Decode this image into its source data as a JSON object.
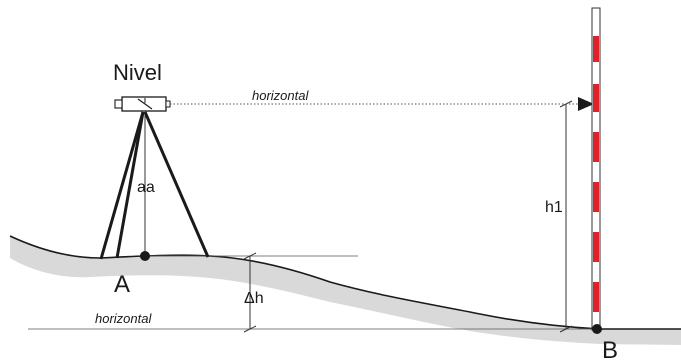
{
  "labels": {
    "instrument": "Nivel",
    "sight_line": "horizontal",
    "instrument_height": "aa",
    "reading": "h1",
    "height_difference": "Δh",
    "reference_line": "horizontal",
    "point_a": "A",
    "point_b": "B"
  },
  "colors": {
    "ground_fill": "#d9d9d9",
    "ground_outline": "#1a1a1a",
    "staff_red": "#e0202a",
    "staff_white": "#ffffff",
    "line": "#333333",
    "dotted_line": "#555555"
  },
  "icons": {
    "level_instrument": "level-instrument-icon",
    "arrow": "arrow-head-icon"
  }
}
